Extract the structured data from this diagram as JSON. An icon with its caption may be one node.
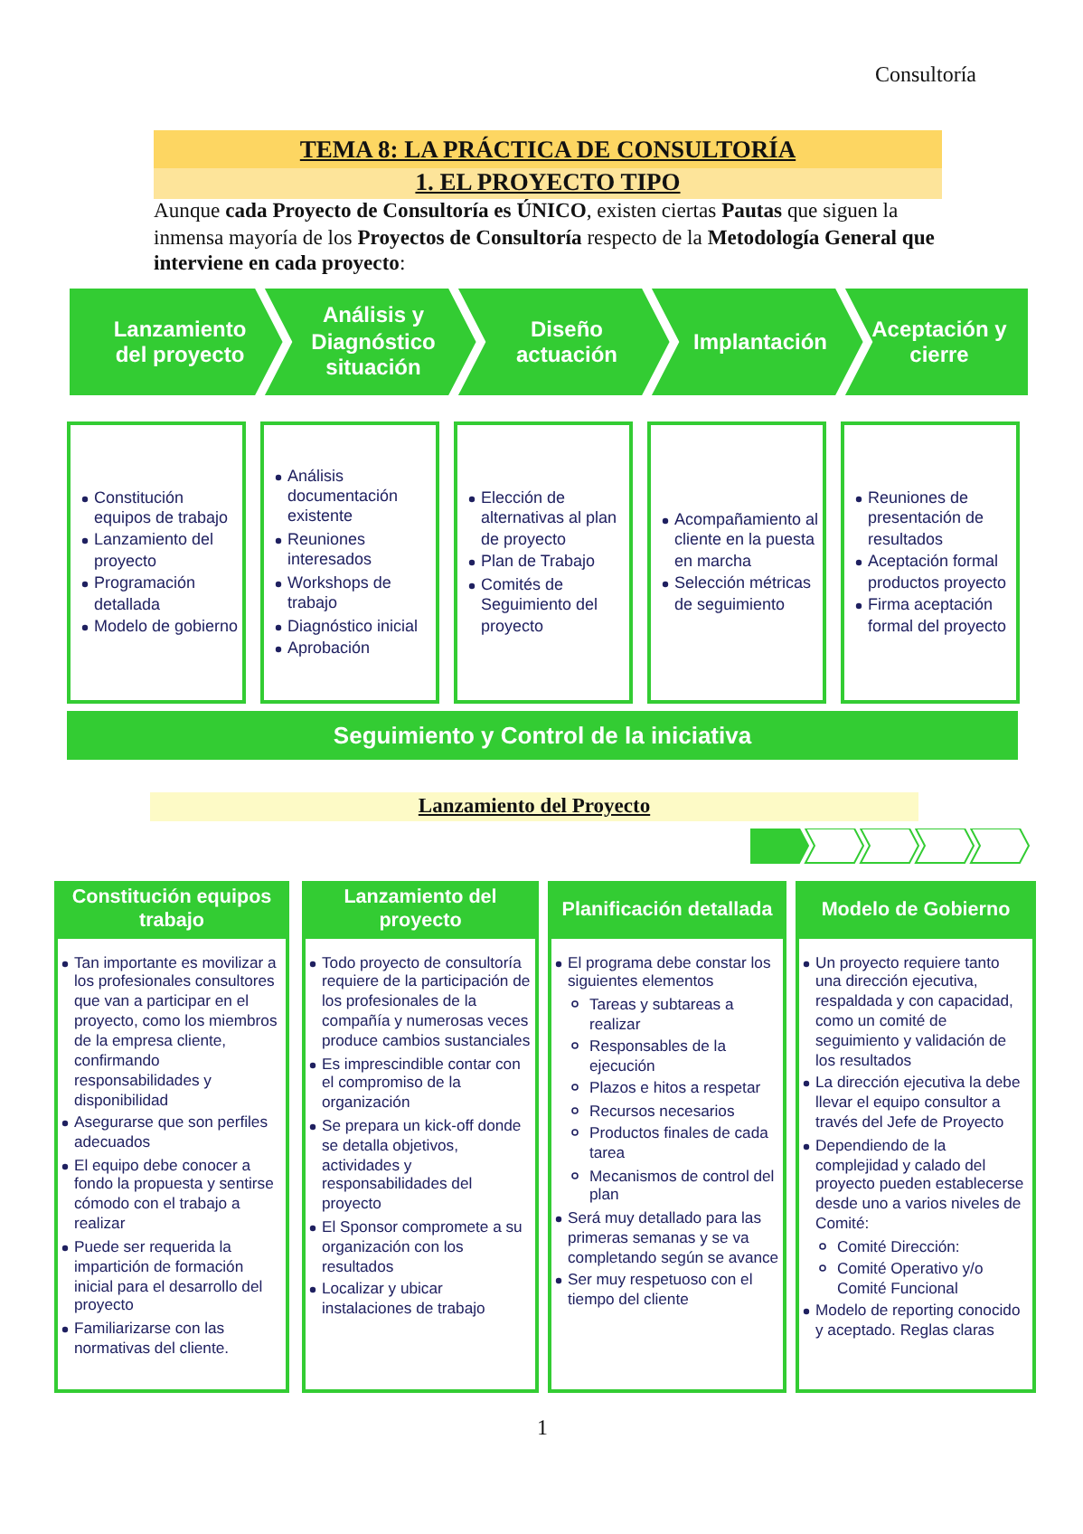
{
  "diagram": {
    "title": "TEMA 8: LA PRÁCTICA DE CONSULTORÍA",
    "nodes": [
      {
        "text": [
          "Lanzamiento del proyecto"
        ]
      },
      {
        "text": [
          "Análisis y Diagnóstico situación"
        ]
      },
      {
        "text": [
          "Diseño actuación"
        ]
      },
      {
        "text": [
          "Implantación"
        ]
      },
      {
        "text": [
          "Aceptación y cierre"
        ]
      },
      {
        "text": [
          "Constitución equipos de trabajo",
          "Lanzamiento del proyecto",
          "Programación detallada",
          "Modelo de gobierno"
        ]
      },
      {
        "text": [
          "Análisis documentación existente",
          "Reuniones interesados",
          "Workshops de trabajo",
          "Diagnóstico inicial",
          "Aprobación"
        ]
      },
      {
        "text": [
          "Elección de alternativas al plan de proyecto",
          "Plan de Trabajo",
          "Comités de Seguimiento del proyecto"
        ]
      },
      {
        "text": [
          "Acompañamiento al cliente en la puesta en marcha",
          "Selección métricas de seguimiento"
        ]
      },
      {
        "text": [
          "Reuniones de presentación de resultados",
          "Aceptación formal productos proyecto",
          "Firma aceptación formal del proyecto"
        ]
      },
      {
        "text": [
          "Seguimiento y Control de la iniciativa"
        ]
      },
      {
        "text": [
          "Constitución equipos trabajo",
          "Tan importante es movilizar a los profesionales consultores que van a participar en el proyecto, como los miembros de la empresa cliente, confirmando responsabilidades y disponibilidad",
          "Asegurarse que son perfiles adecuados",
          "El equipo debe conocer a fondo la propuesta y sentirse cómodo con el trabajo a realizar",
          "Puede ser requerida la impartición de formación inicial para el desarrollo del proyecto",
          "Familiarizarse con las normativas del cliente."
        ]
      },
      {
        "text": [
          "Lanzamiento del proyecto",
          "Todo proyecto de consultoría requiere de la participación de los profesionales de la compañía y numerosas veces produce cambios sustanciales",
          "Es imprescindible contar con el compromiso de la organización",
          "Se prepara un kick-off donde se detalla objetivos, actividades y responsabilidades del proyecto",
          "El Sponsor compromete a su organización con los resultados",
          "Localizar y ubicar instalaciones de trabajo"
        ]
      },
      {
        "text": [
          "Planificación detallada",
          "El programa debe constar los siguientes elementos",
          "Tareas y subtareas a realizar",
          "Responsables de la ejecución",
          "Plazos e hitos a respetar",
          "Recursos necesarios",
          "Productos finales de cada tarea",
          "Mecanismos de control del plan",
          "Será muy detallado para las primeras semanas y se va completando según se avance",
          "Ser muy respetuoso con el tiempo del cliente"
        ]
      },
      {
        "text": [
          "Modelo de Gobierno",
          "Un proyecto requiere tanto una dirección ejecutiva, respaldada y con capacidad, como un comité de seguimiento y validación de los resultados",
          "La dirección ejecutiva la debe llevar el equipo consultor a través del Jefe de Proyecto",
          "Dependiendo de la complejidad y calado del proyecto pueden establecerse desde uno a varios niveles de Comité:",
          "Comité Dirección:",
          "Comité Operativo y/o Comité Funcional",
          "Modelo de reporting conocido y aceptado. Reglas claras"
        ]
      }
    ],
    "labels": [
      "Consultoría",
      "1. EL PROYECTO TIPO",
      "Aunque **cada Proyecto de Consultoría es ÚNICO**, existen ciertas **Pautas** que siguen la inmensa mayoría de los **Proyectos de Consultoría** respecto de la **Metodología General que interviene en cada proyecto**:",
      "Lanzamiento del Proyecto",
      "1"
    ]
  }
}
